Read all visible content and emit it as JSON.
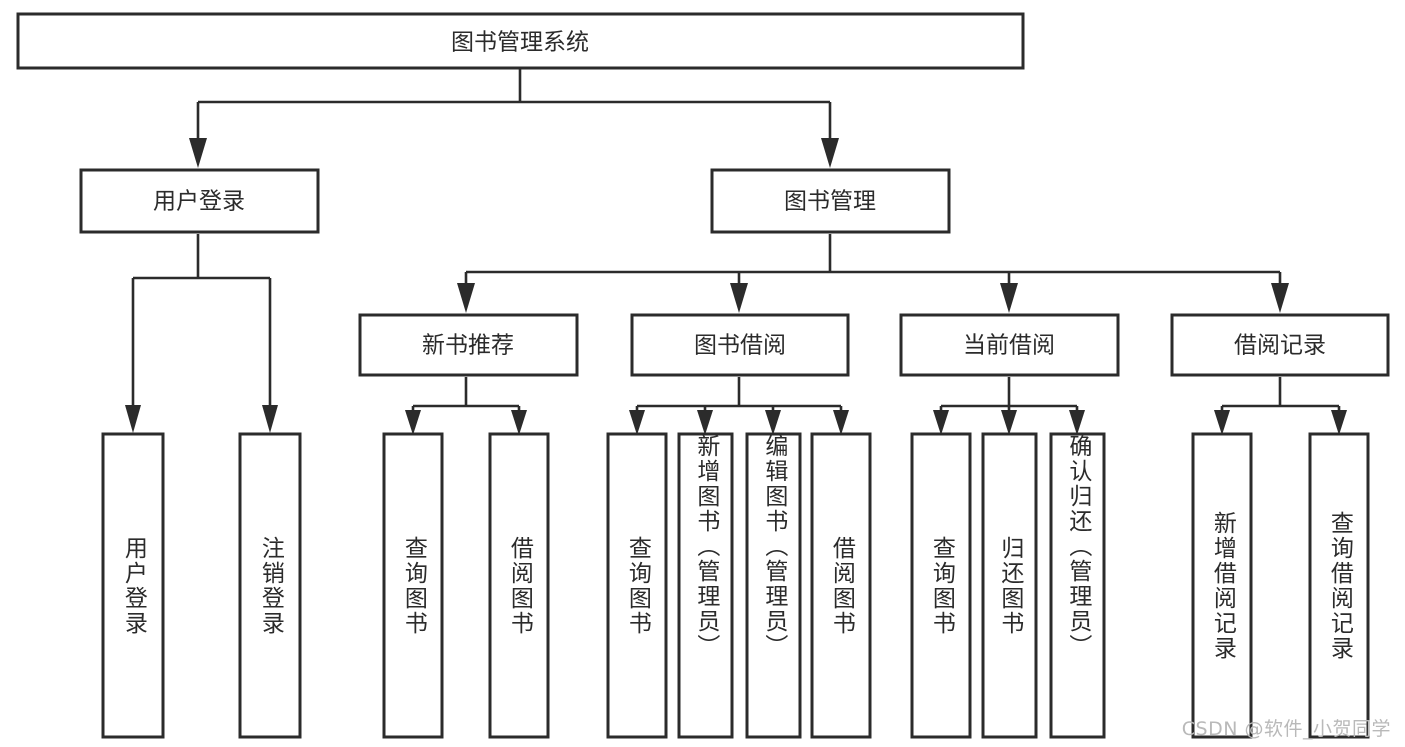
{
  "diagram": {
    "title": "图书管理系统",
    "type": "tree",
    "orientation": "top-down",
    "colors": {
      "background": "#ffffff",
      "box_fill": "#ffffff",
      "box_stroke": "#2b2b2b",
      "connector": "#2b2b2b",
      "label_text": "#2b2b2b",
      "watermark_text": "#b9b9b9"
    },
    "watermark": "CSDN @软件_小贺同学",
    "nodes": {
      "root": {
        "label": "图书管理系统",
        "level": 1
      },
      "level2": [
        {
          "id": "user-login",
          "label": "用户登录"
        },
        {
          "id": "book-manage",
          "label": "图书管理"
        }
      ],
      "level3": [
        {
          "id": "new-book-recommend",
          "label": "新书推荐",
          "parent": "book-manage"
        },
        {
          "id": "book-borrow",
          "label": "图书借阅",
          "parent": "book-manage"
        },
        {
          "id": "current-borrow",
          "label": "当前借阅",
          "parent": "book-manage"
        },
        {
          "id": "borrow-record",
          "label": "借阅记录",
          "parent": "book-manage"
        }
      ],
      "leaves": [
        {
          "id": "leaf-user-login",
          "label": "用户登录",
          "parent": "user-login"
        },
        {
          "id": "leaf-logout",
          "label": "注销登录",
          "parent": "user-login"
        },
        {
          "id": "leaf-query-book-1",
          "label": "查询图书",
          "parent": "new-book-recommend"
        },
        {
          "id": "leaf-borrow-book-1",
          "label": "借阅图书",
          "parent": "new-book-recommend"
        },
        {
          "id": "leaf-query-book-2",
          "label": "查询图书",
          "parent": "book-borrow"
        },
        {
          "id": "leaf-add-book",
          "label": "新增图书（管理员）",
          "parent": "book-borrow"
        },
        {
          "id": "leaf-edit-book",
          "label": "编辑图书（管理员）",
          "parent": "book-borrow"
        },
        {
          "id": "leaf-borrow-book-2",
          "label": "借阅图书",
          "parent": "book-borrow"
        },
        {
          "id": "leaf-query-book-3",
          "label": "查询图书",
          "parent": "current-borrow"
        },
        {
          "id": "leaf-return-book",
          "label": "归还图书",
          "parent": "current-borrow"
        },
        {
          "id": "leaf-confirm-return",
          "label": "确认归还（管理员）",
          "parent": "current-borrow"
        },
        {
          "id": "leaf-add-record",
          "label": "新增借阅记录",
          "parent": "borrow-record"
        },
        {
          "id": "leaf-query-record",
          "label": "查询借阅记录",
          "parent": "borrow-record"
        }
      ]
    }
  }
}
